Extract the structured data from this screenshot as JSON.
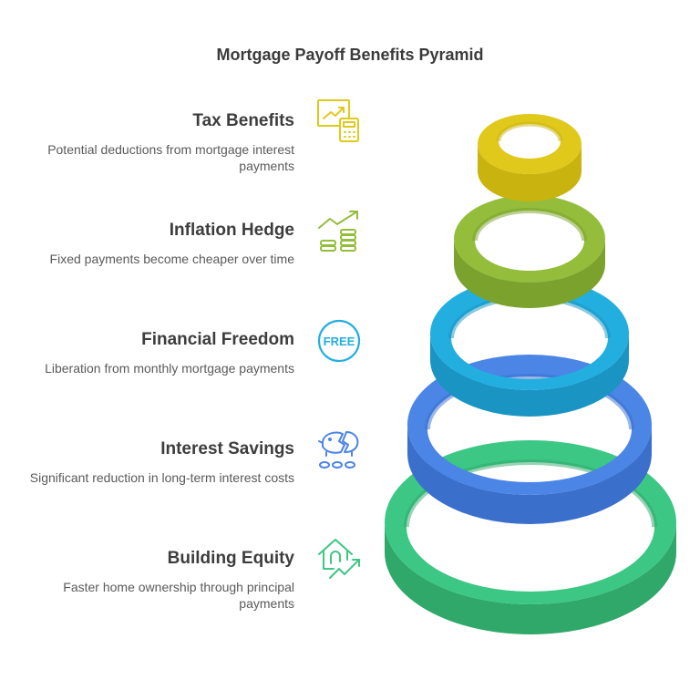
{
  "title": "Mortgage Payoff Benefits Pyramid",
  "items": [
    {
      "title": "Tax Benefits",
      "desc": "Potential deductions from mortgage interest payments",
      "icon": "chart-calculator-icon",
      "color": "#e0c91b"
    },
    {
      "title": "Inflation Hedge",
      "desc": "Fixed payments become cheaper over time",
      "icon": "coins-growth-icon",
      "color": "#93bd3a"
    },
    {
      "title": "Financial Freedom",
      "desc": "Liberation from monthly mortgage payments",
      "icon": "free-badge-icon",
      "color": "#23aee0",
      "icon_text": "FREE"
    },
    {
      "title": "Interest Savings",
      "desc": "Significant reduction in long-term interest costs",
      "icon": "broken-piggy-bank-icon",
      "color": "#4b85e6"
    },
    {
      "title": "Building Equity",
      "desc": "Faster home ownership through principal payments",
      "icon": "house-growth-icon",
      "color": "#3cc784"
    }
  ]
}
